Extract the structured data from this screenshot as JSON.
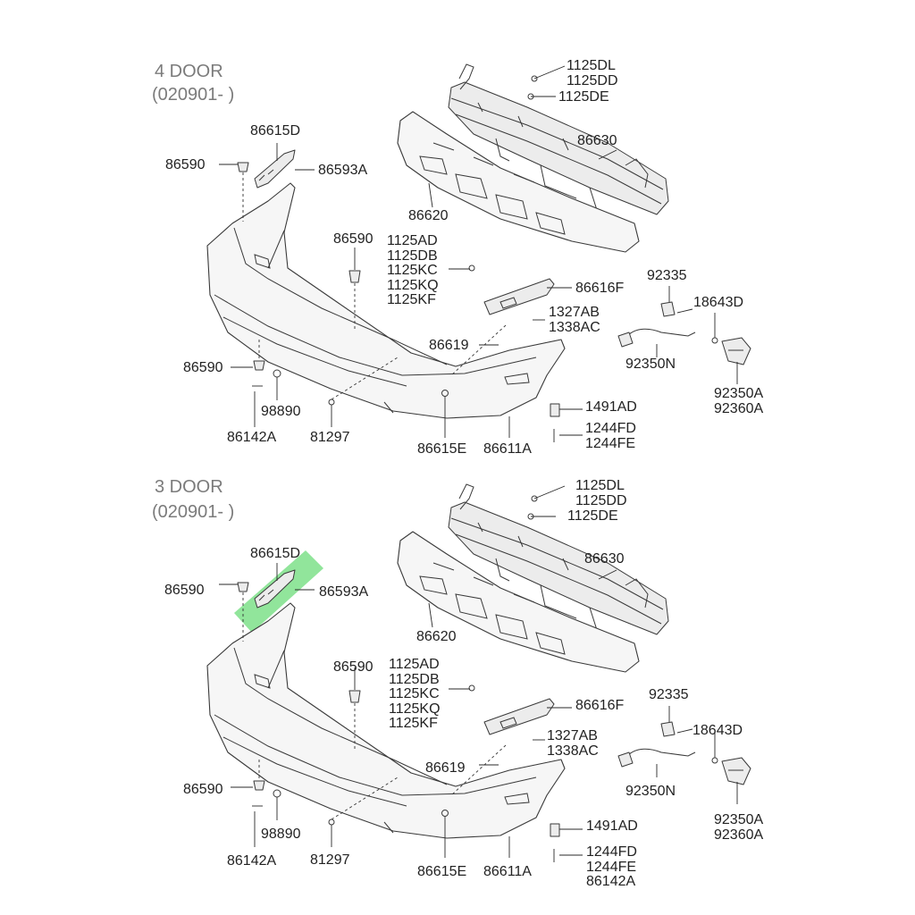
{
  "highlight_color": "#7ee08a",
  "sections": [
    {
      "title": "4 DOOR",
      "date": "(020901- )",
      "labels": {
        "b1125dl": "1125DL\n1125DD",
        "b1125de": "1125DE",
        "p86630": "86630",
        "p86615d": "86615D",
        "p86590_top": "86590",
        "p86593a": "86593A",
        "p86620": "86620",
        "p86590_mid": "86590",
        "bolts_kc": "1125AD\n1125DB\n1125KC\n1125KQ\n1125KF",
        "p86616f": "86616F",
        "p92335": "92335",
        "p18643d": "18643D",
        "p1327ab": "1327AB\n1338AC",
        "p86619": "86619",
        "p92350n": "92350N",
        "p86590_low": "86590",
        "p98890": "98890",
        "p1491ad": "1491AD",
        "p92350a": "92350A\n92360A",
        "p1244fd": "1244FD\n1244FE",
        "p86142a": "86142A",
        "p81297": "81297",
        "p86615e": "86615E",
        "p86611a": "86611A"
      }
    },
    {
      "title": "3 DOOR",
      "date": "(020901- )",
      "labels": {
        "b1125dl": "1125DL\n1125DD",
        "b1125de": "1125DE",
        "p86630": "86630",
        "p86615d": "86615D",
        "p86590_top": "86590",
        "p86593a": "86593A",
        "p86620": "86620",
        "p86590_mid": "86590",
        "bolts_kc": "1125AD\n1125DB\n1125KC\n1125KQ\n1125KF",
        "p86616f": "86616F",
        "p92335": "92335",
        "p18643d": "18643D",
        "p1327ab": "1327AB\n1338AC",
        "p86619": "86619",
        "p92350n": "92350N",
        "p86590_low": "86590",
        "p98890": "98890",
        "p1491ad": "1491AD",
        "p92350a": "92350A\n92360A",
        "p1244fd": "1244FD\n1244FE\n86142A",
        "p86142a": "86142A",
        "p81297": "81297",
        "p86615e": "86615E",
        "p86611a": "86611A"
      }
    }
  ]
}
